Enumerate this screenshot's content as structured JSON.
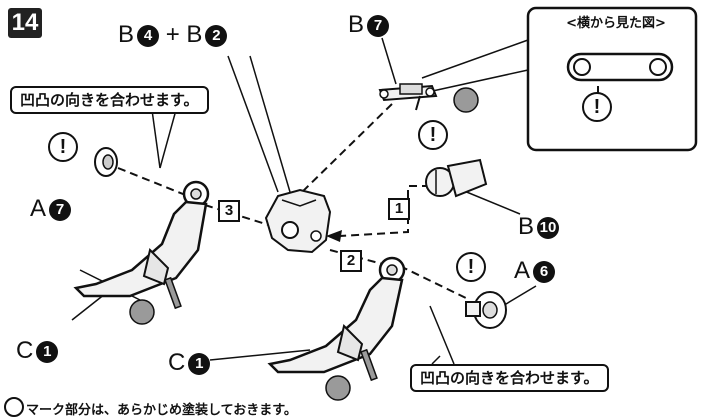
{
  "step_number": "14",
  "labels": {
    "b4_b2": "B ❹ + B ❷",
    "b4": "B",
    "b4_num": "4",
    "plus": "+",
    "b2": "B",
    "b2_num": "2",
    "b7": "B",
    "b7_num": "7",
    "a7": "A",
    "a7_num": "7",
    "b10": "B",
    "b10_num": "10",
    "a6": "A",
    "a6_num": "6",
    "c1_left": "C",
    "c1_left_num": "1",
    "c1_bottom": "C",
    "c1_bottom_num": "1"
  },
  "notes": {
    "align_top": "凹凸の向きを合わせます。",
    "align_bottom": "凹凸の向きを合わせます。",
    "side_view_title": "<横から見た図>"
  },
  "steps": [
    "1",
    "2",
    "3"
  ],
  "caution_symbol": "!",
  "footnote": "マーク部分は、あらかじめ塗装しておきます。",
  "colors": {
    "ink": "#111111",
    "part_fill": "#f2f2f2",
    "shade": "#9a9a9a"
  }
}
